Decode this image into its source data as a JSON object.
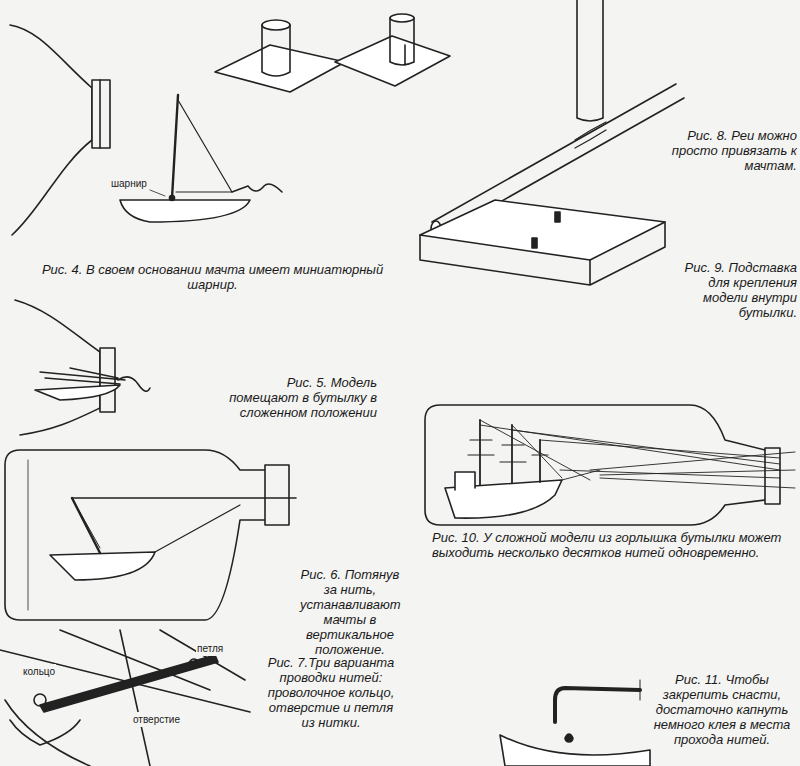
{
  "diagram": {
    "labels": [
      "шарнир",
      "Рис. 4. В своем основании мачта имеет миниатюрный шарнир.",
      "Рис. 8. Реи можно просто привязать к мачтам.",
      "Рис. 9. Подставка для крепления модели внутри бутылки.",
      "Рис. 5. Модель помещают в бутылку в сложенном положении",
      "Рис. 10. У сложной модели из горлышка бутылки может выходить несколько десятков нитей одновременно.",
      "Рис. 6. Потянув за нить, устанавливают мачты в вертикальное положение.",
      "петля",
      "кольцо",
      "отверстие",
      "Рис. 7.Три варианта проводки нитей: проволочное кольцо, отверстие и петля из нитки.",
      "Рис. 11. Чтобы закрепить снасти, достаточно капнуть немного клея в места прохода нитей."
    ]
  }
}
